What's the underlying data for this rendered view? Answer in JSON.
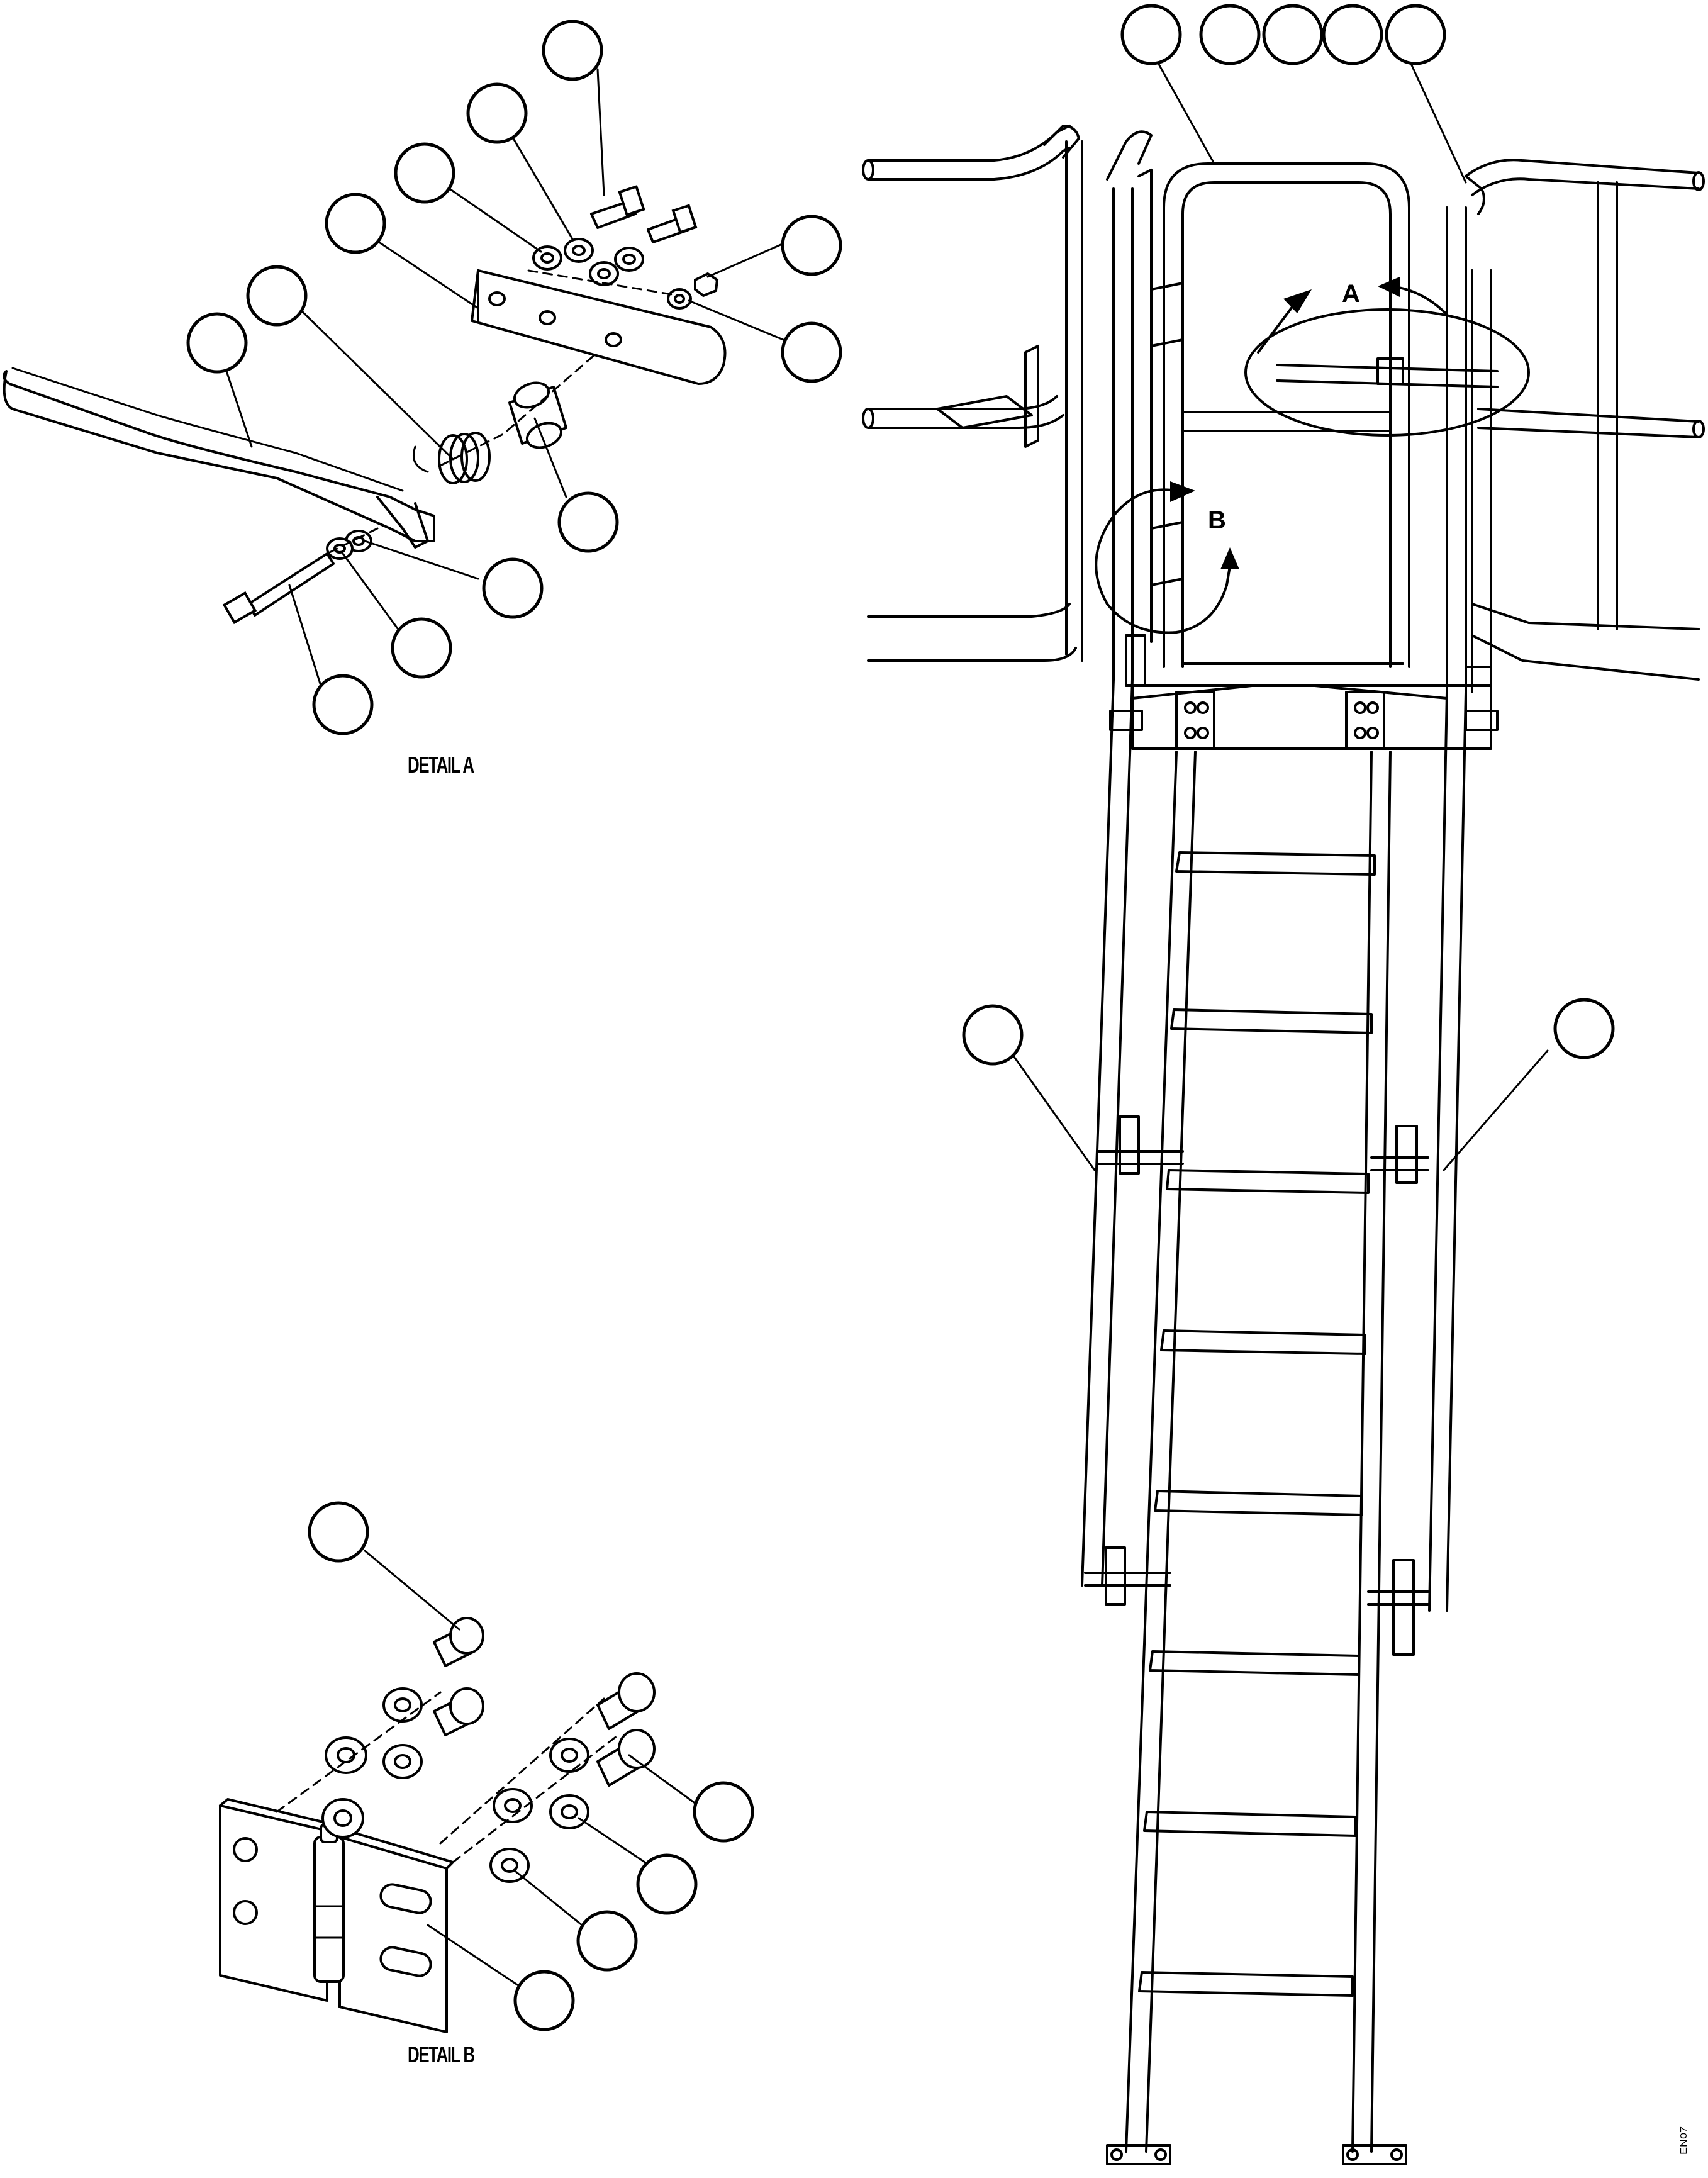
{
  "captions": {
    "detail_a": "DETAIL A",
    "detail_b": "DETAIL B"
  },
  "view_markers": {
    "a": "A",
    "b": "B"
  },
  "figure_id": "EN07"
}
